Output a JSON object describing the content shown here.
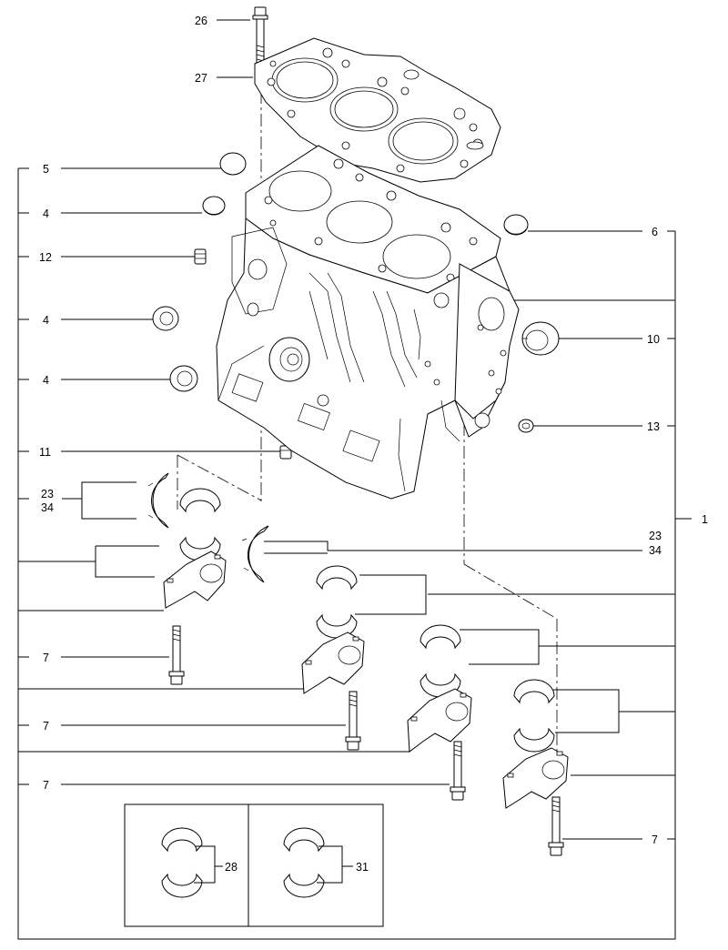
{
  "callouts": {
    "c26": "26",
    "c27": "27",
    "c5": "5",
    "c4a": "4",
    "c12": "12",
    "c4b": "4",
    "c4c": "4",
    "c11": "11",
    "c23l": "23",
    "c34l": "34",
    "c7a": "7",
    "c7b": "7",
    "c7c": "7",
    "c6": "6",
    "c10": "10",
    "c13": "13",
    "c1": "1",
    "c23r": "23",
    "c34r": "34",
    "c7d": "7",
    "c28": "28",
    "c31": "31"
  }
}
